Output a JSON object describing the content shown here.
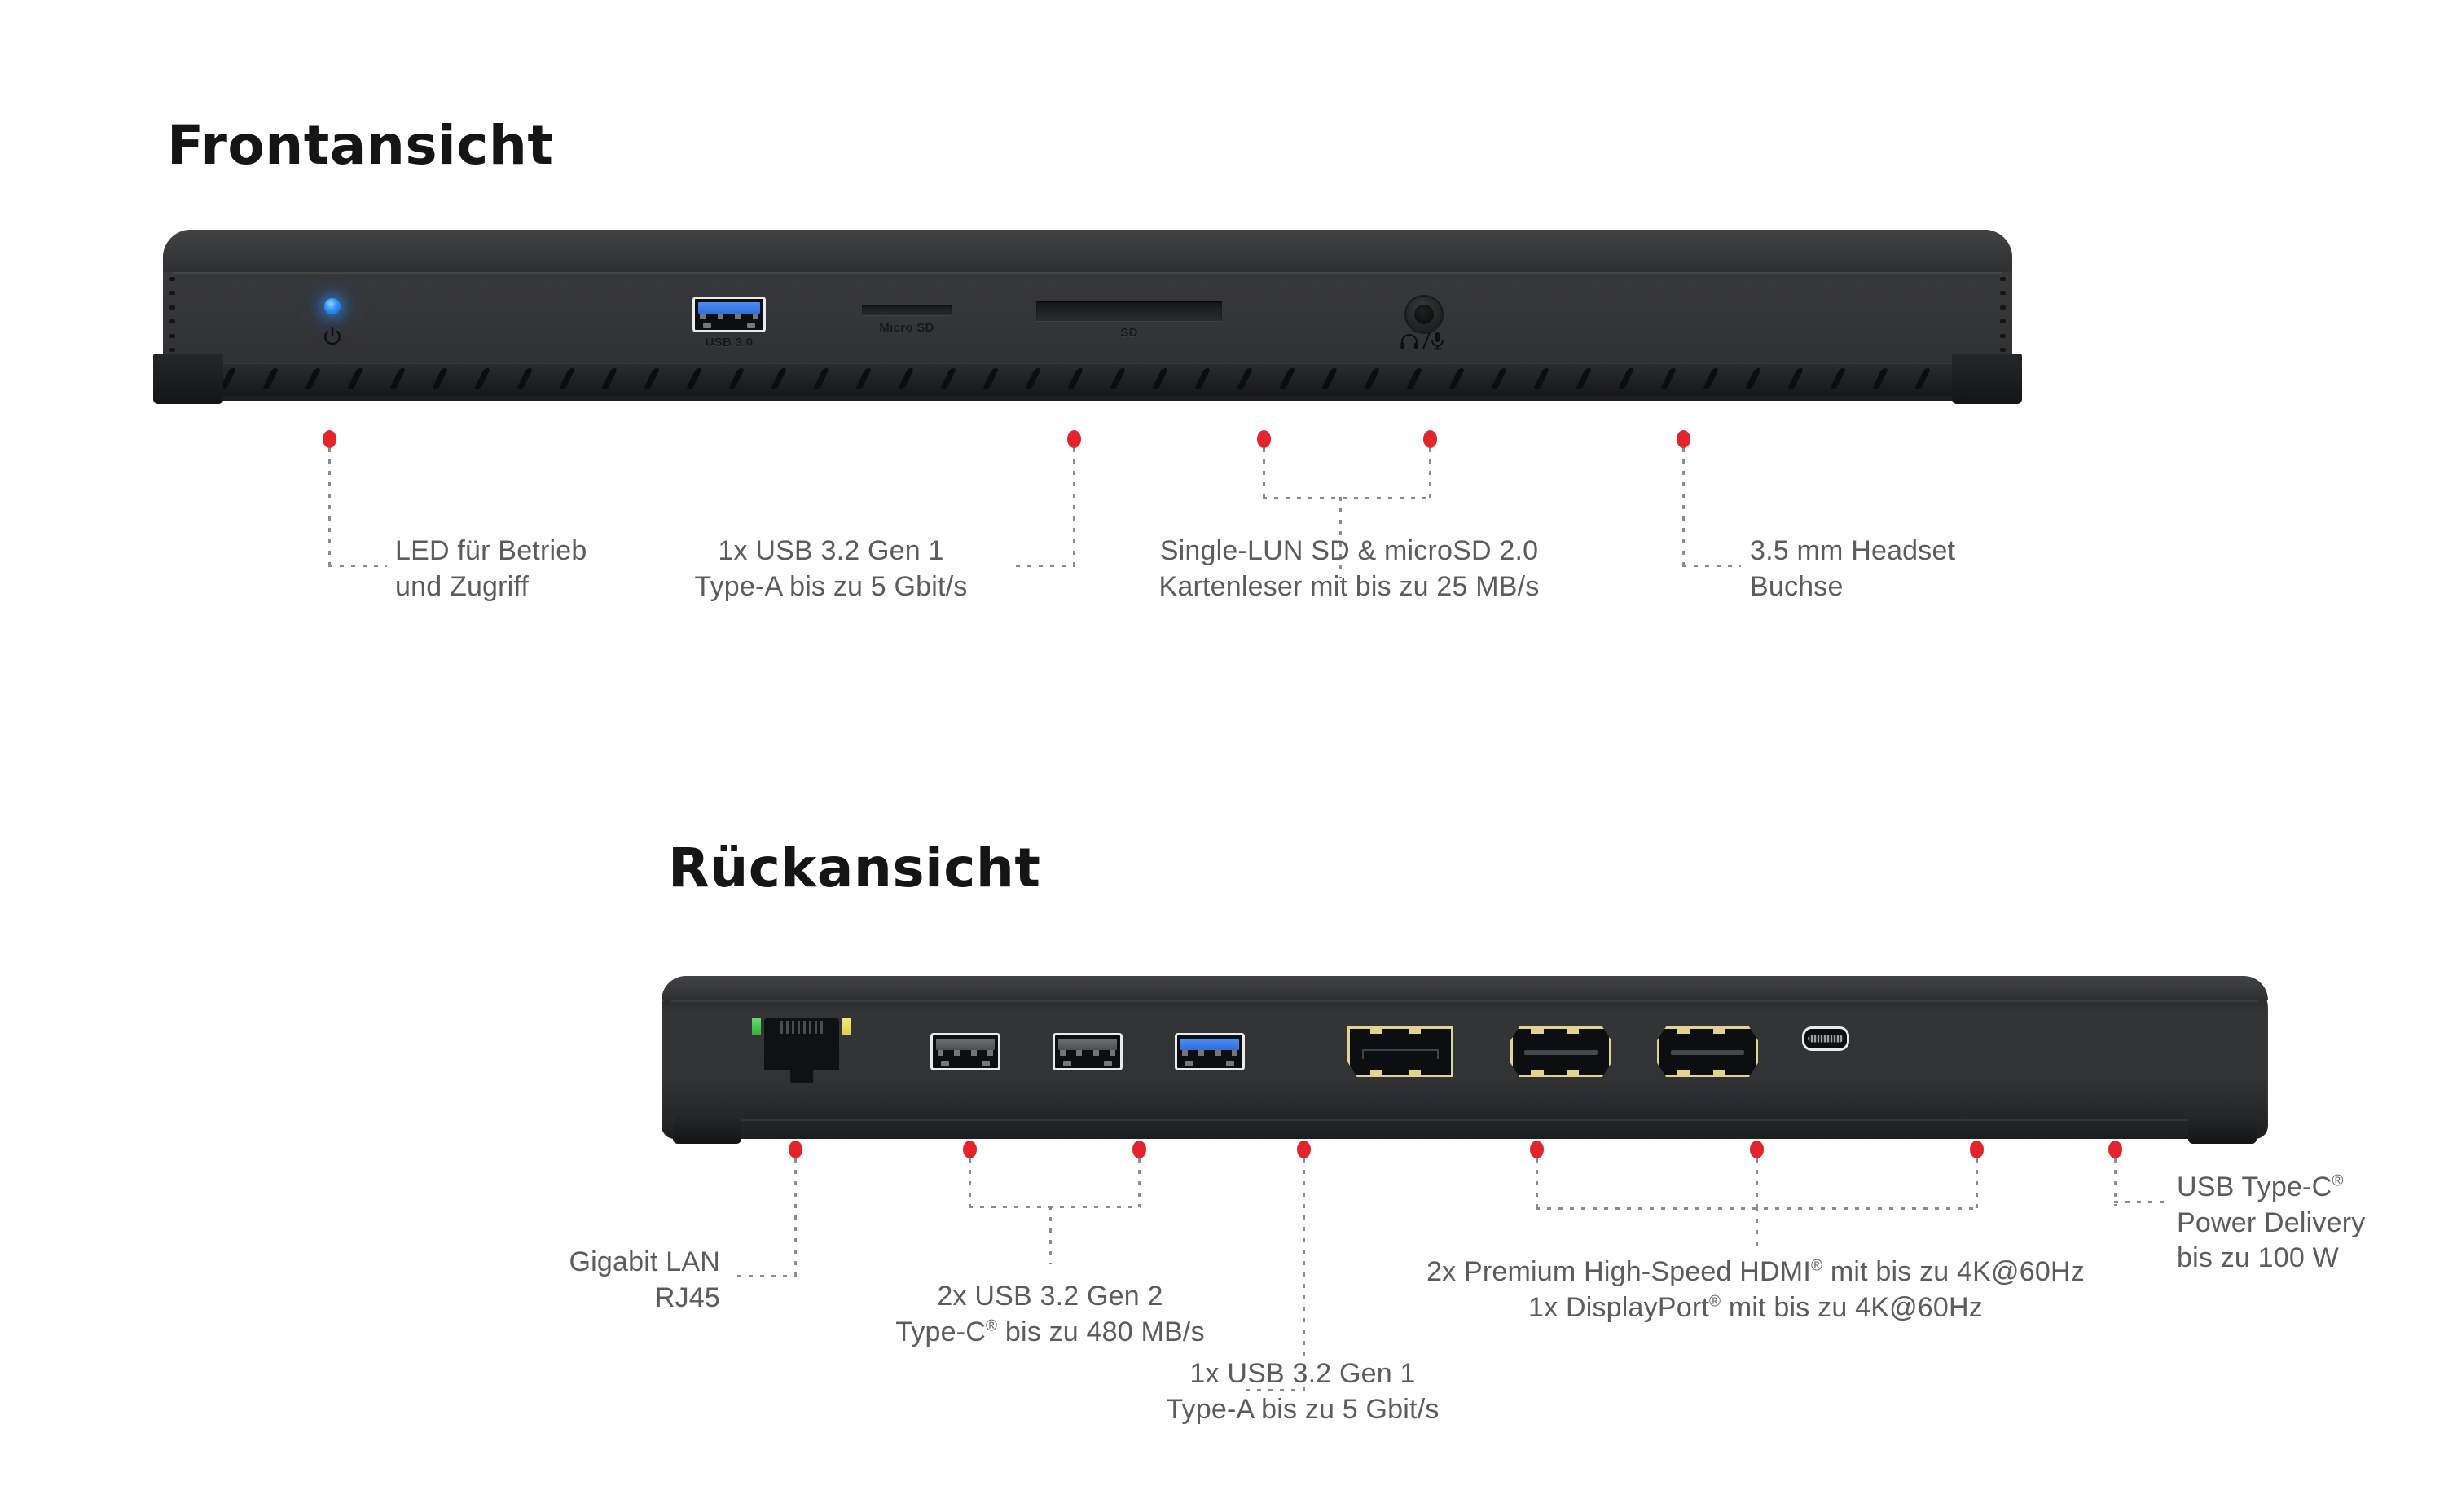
{
  "sections": {
    "front": {
      "title": "Frontansicht"
    },
    "rear": {
      "title": "Rückansicht"
    }
  },
  "front_device": {
    "port_labels": {
      "usb3": "USB 3.0",
      "microsd": "Micro SD",
      "sd": "SD"
    },
    "icons": {
      "led": "power-led-indicator",
      "power": "power-symbol-icon",
      "headset": "headphone-microphone-icon"
    }
  },
  "rear_device": {
    "ports": [
      {
        "name": "rj45-ethernet-port",
        "type": "rj45"
      },
      {
        "name": "usb-a-port-1",
        "type": "usb-a-black"
      },
      {
        "name": "usb-a-port-2",
        "type": "usb-a-black"
      },
      {
        "name": "usb-a-port-3",
        "type": "usb-a-blue"
      },
      {
        "name": "displayport-port",
        "type": "displayport"
      },
      {
        "name": "hdmi-port-1",
        "type": "hdmi"
      },
      {
        "name": "hdmi-port-2",
        "type": "hdmi"
      },
      {
        "name": "usb-c-port",
        "type": "usb-c"
      }
    ]
  },
  "front_callouts": [
    {
      "id": "led-callout",
      "line1": "LED für Betrieb",
      "line2": "und Zugriff"
    },
    {
      "id": "usb32gen1-front-callout",
      "line1": "1x USB 3.2 Gen 1",
      "line2": "Type-A bis zu 5 Gbit/s"
    },
    {
      "id": "cardreader-callout",
      "line1": "Single-LUN SD & microSD 2.0",
      "line2": "Kartenleser mit bis zu 25 MB/s"
    },
    {
      "id": "headset-callout",
      "line1": "3.5 mm Headset",
      "line2": "Buchse"
    }
  ],
  "rear_callouts": [
    {
      "id": "gigabit-lan-callout",
      "line1": "Gigabit LAN",
      "line2": "RJ45"
    },
    {
      "id": "usb32gen2-callout",
      "line1": "2x USB 3.2 Gen 2",
      "line2_pre": "Type-C",
      "line2_sup": "®",
      "line2_post": " bis zu 480 MB/s"
    },
    {
      "id": "usb32gen1-rear-callout",
      "line1": "1x USB 3.2 Gen 1",
      "line2": "Type-A bis zu 5 Gbit/s"
    },
    {
      "id": "video-out-callout",
      "line1_pre": "2x Premium High-Speed HDMI",
      "line1_sup": "®",
      "line1_post": " mit bis zu 4K@60Hz",
      "line2_pre": "1x DisplayPort",
      "line2_sup": "®",
      "line2_post": " mit bis zu 4K@60Hz"
    },
    {
      "id": "usb-c-pd-callout",
      "line1_pre": "USB Type-C",
      "line1_sup": "®",
      "line2": "Power Delivery",
      "line3": "bis zu 100 W"
    }
  ],
  "colors": {
    "background": "#ffffff",
    "title": "#151515",
    "callout_text": "#5b5c5e",
    "marker_red": "#e3242b",
    "leader_gray": "#8b8b8b",
    "chassis_dark": "#2e2f31",
    "usb_blue": "#3f7fe6",
    "port_gold": "#e2d48f",
    "led_blue": "#2f8ff5",
    "lan_led_green": "#3fc24b",
    "lan_led_yellow": "#e5dc6a"
  }
}
